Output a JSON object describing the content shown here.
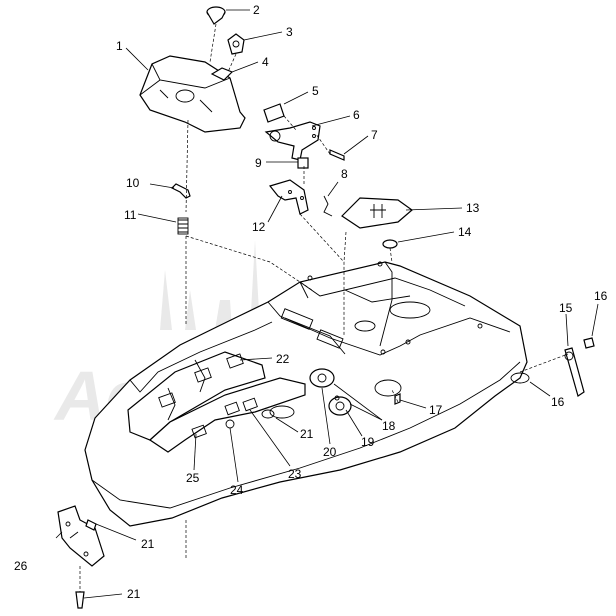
{
  "watermark": {
    "text": "Acce sorial"
  },
  "callouts": [
    {
      "id": "c1",
      "label": "1"
    },
    {
      "id": "c2",
      "label": "2"
    },
    {
      "id": "c3",
      "label": "3"
    },
    {
      "id": "c4",
      "label": "4"
    },
    {
      "id": "c5",
      "label": "5"
    },
    {
      "id": "c6",
      "label": "6"
    },
    {
      "id": "c7",
      "label": "7"
    },
    {
      "id": "c8",
      "label": "8"
    },
    {
      "id": "c9",
      "label": "9"
    },
    {
      "id": "c10",
      "label": "10"
    },
    {
      "id": "c11",
      "label": "11"
    },
    {
      "id": "c12",
      "label": "12"
    },
    {
      "id": "c13",
      "label": "13"
    },
    {
      "id": "c14",
      "label": "14"
    },
    {
      "id": "c15",
      "label": "15"
    },
    {
      "id": "c16a",
      "label": "16"
    },
    {
      "id": "c16b",
      "label": "16"
    },
    {
      "id": "c17",
      "label": "17"
    },
    {
      "id": "c18",
      "label": "18"
    },
    {
      "id": "c19",
      "label": "19"
    },
    {
      "id": "c20",
      "label": "20"
    },
    {
      "id": "c21a",
      "label": "21"
    },
    {
      "id": "c21b",
      "label": "21"
    },
    {
      "id": "c21c",
      "label": "21"
    },
    {
      "id": "c22",
      "label": "22"
    },
    {
      "id": "c23",
      "label": "23"
    },
    {
      "id": "c24",
      "label": "24"
    },
    {
      "id": "c25",
      "label": "25"
    },
    {
      "id": "c26",
      "label": "26"
    }
  ]
}
